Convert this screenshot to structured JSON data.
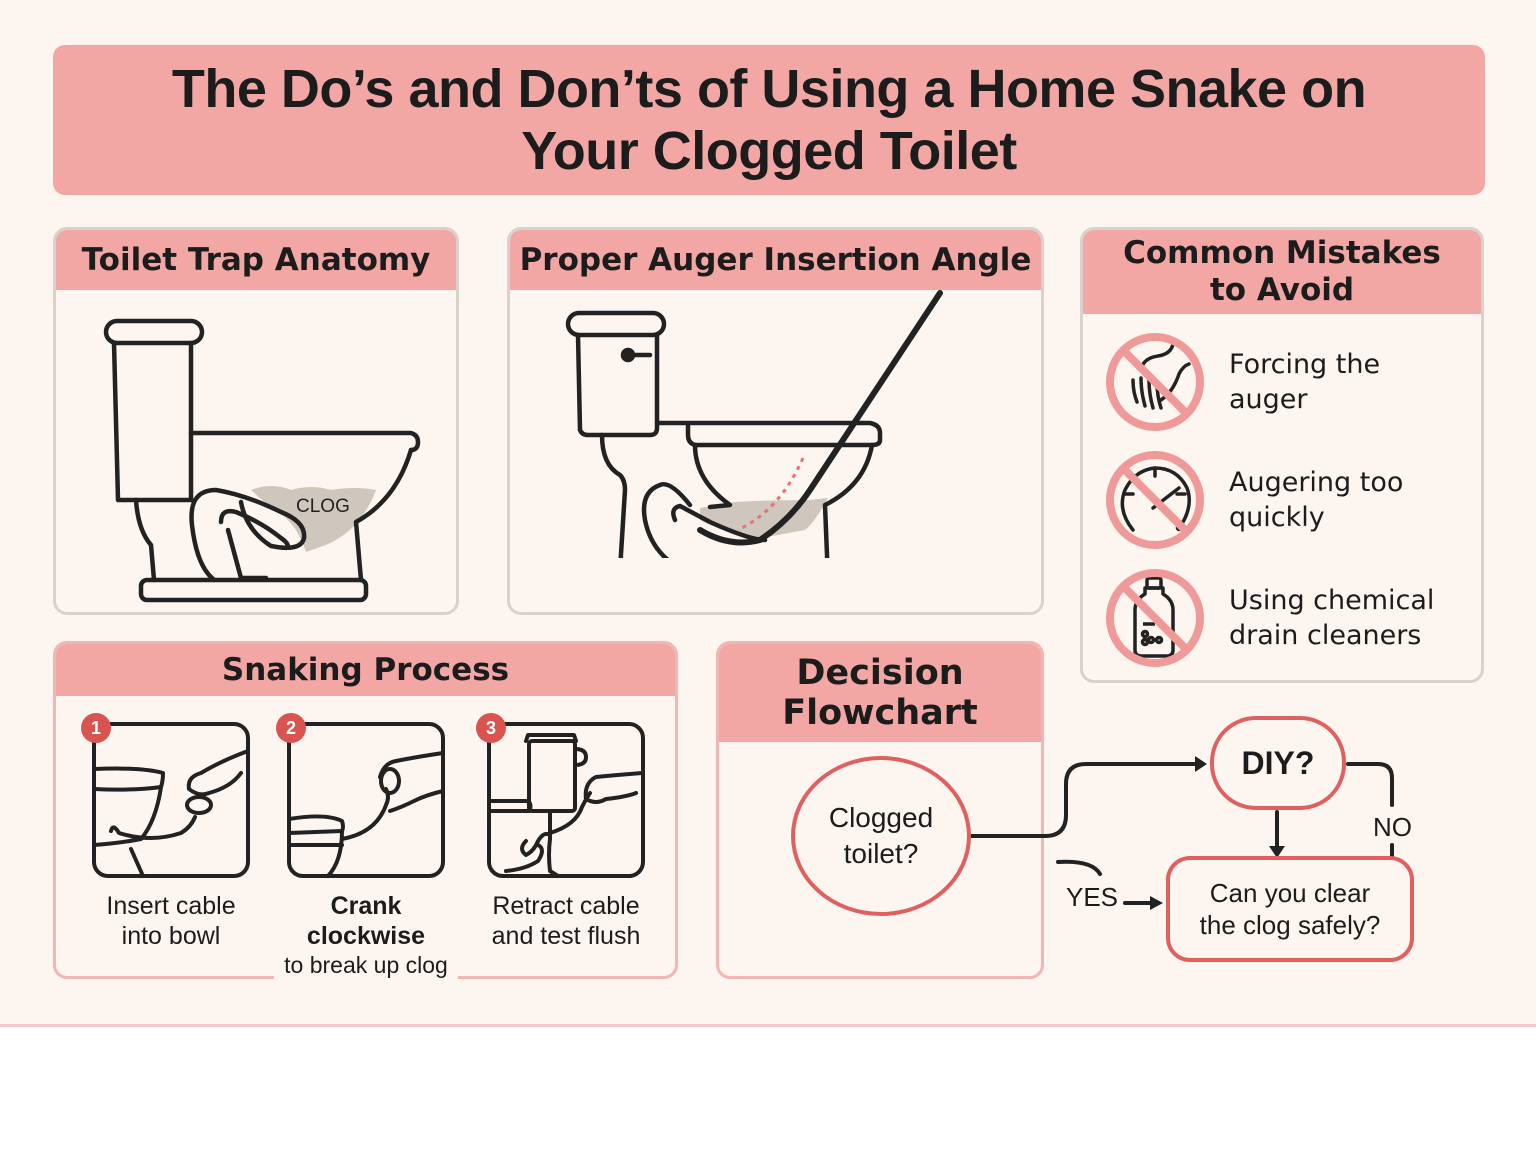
{
  "title": "The Do’s and Don’ts of Using a Home Snake on Your Clogged Toilet",
  "title_lines": [
    "The Do’s and Don’ts of Using a Home Snake on",
    "Your Clogged Toilet"
  ],
  "colors": {
    "background": "#fcf5f0",
    "header_pink": "#f2a7a4",
    "accent_red": "#e06060",
    "badge_red": "#d9534f",
    "line_dark": "#222222",
    "clog_gray": "#cfc6bd",
    "panel_border": "#d9d2cc"
  },
  "panels": {
    "anatomy": {
      "heading": "Toilet Trap Anatomy",
      "clog_label": "CLOG"
    },
    "angle": {
      "heading": "Proper Auger Insertion Angle"
    },
    "mistakes": {
      "heading_lines": [
        "Common Mistakes",
        "to Avoid"
      ],
      "items": [
        {
          "icon": "no-forcing-auger-icon",
          "lines": [
            "Forcing the",
            "auger"
          ]
        },
        {
          "icon": "no-speed-gauge-icon",
          "lines": [
            "Augering too",
            "quickly"
          ]
        },
        {
          "icon": "no-chemical-bottle-icon",
          "lines": [
            "Using chemical",
            "drain cleaners"
          ]
        }
      ]
    },
    "process": {
      "heading": "Snaking Process",
      "steps": [
        {
          "number": "1",
          "lines": [
            "Insert cable",
            "into bowl"
          ],
          "sub": ""
        },
        {
          "number": "2",
          "lines": [
            "Crank",
            "clockwise"
          ],
          "sub": "to break up clog"
        },
        {
          "number": "3",
          "lines": [
            "Retract cable",
            "and test flush"
          ],
          "sub": ""
        }
      ]
    },
    "flowchart": {
      "heading_lines": [
        "Decision",
        "Flowchart"
      ],
      "nodes": {
        "start": [
          "Clogged",
          "toilet?"
        ],
        "diy": "DIY?",
        "question": [
          "Can you clear",
          "the clog safely?"
        ]
      },
      "labels": {
        "yes": "YES",
        "no": "NO"
      }
    }
  }
}
